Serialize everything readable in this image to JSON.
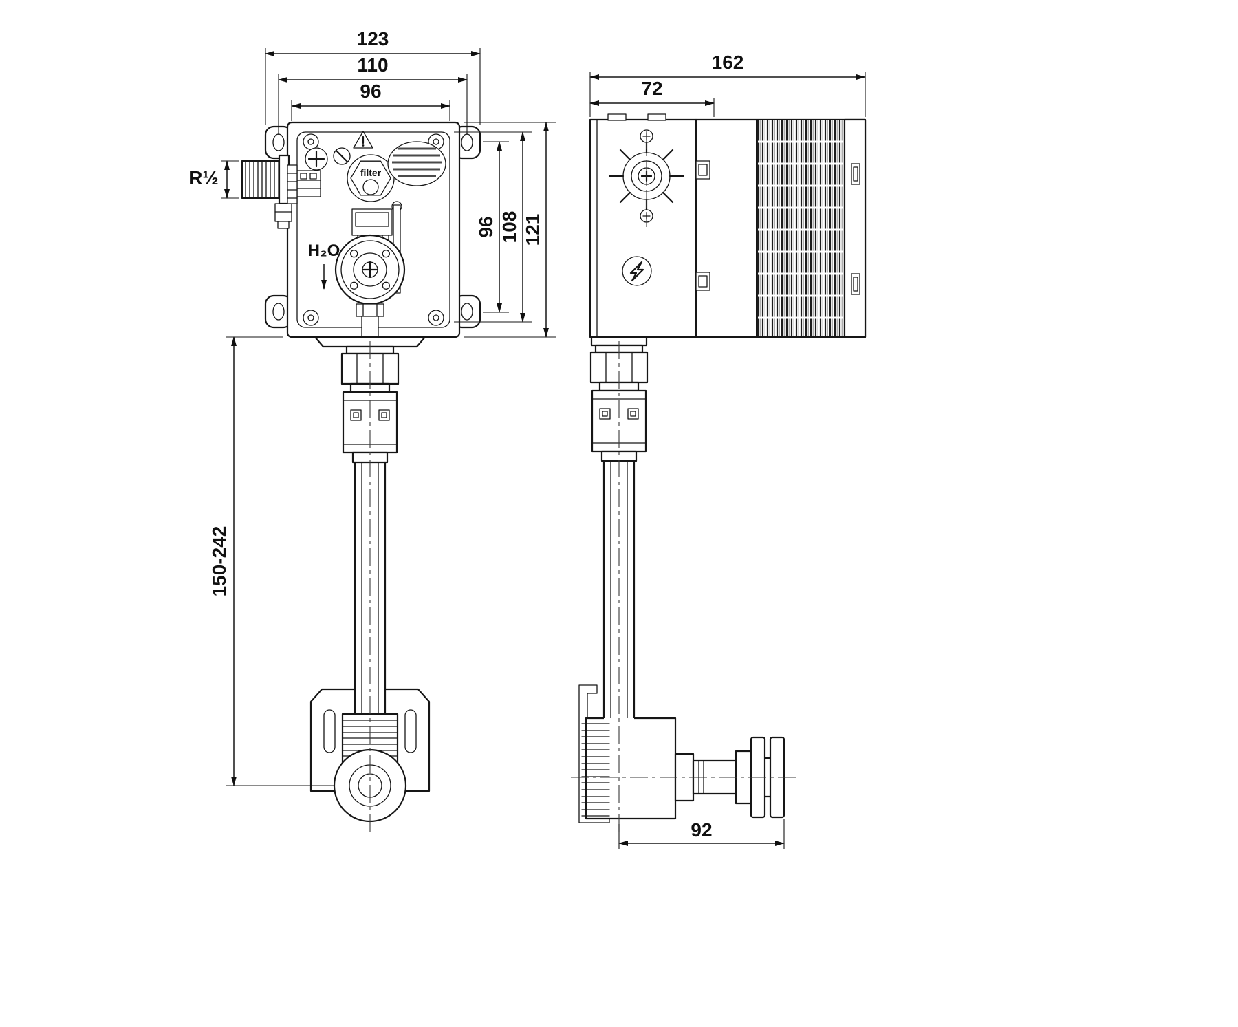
{
  "dims": {
    "front_width_overall": "123",
    "front_width_holes": "110",
    "front_width_inner": "96",
    "front_height_inner": "96",
    "front_height_holes": "108",
    "front_height_overall": "121",
    "inlet_thread": "R½",
    "install_height_range": "150-242",
    "side_width_overall": "162",
    "side_width_front": "72",
    "spout_projection": "92"
  },
  "labels": {
    "water": "H₂O",
    "filter": "filter"
  }
}
